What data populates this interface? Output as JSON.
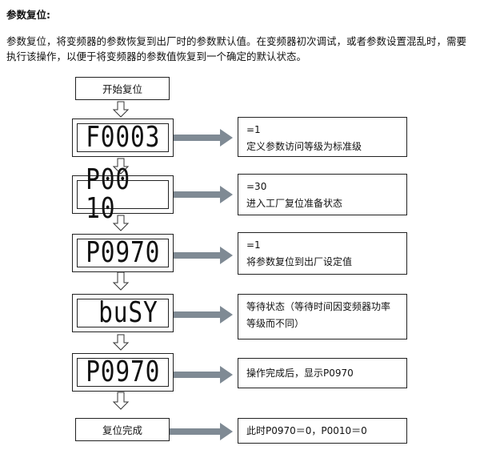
{
  "heading": "参数复位:",
  "intro": "参数复位，将变频器的参数恢复到出厂时的参数默认值。在变频器初次调试，或者参数设置混乱时，需要执行该操作，以便于将变频器的参数值恢复到一个确定的默认状态。",
  "flow": {
    "start": "开始复位",
    "steps": [
      {
        "display": "F0003",
        "note_line1": "=1",
        "note_line2": "定义参数访问等级为标准级"
      },
      {
        "display": "P00 10",
        "note_line1": "=30",
        "note_line2": "进入工厂复位准备状态"
      },
      {
        "display": "P0970",
        "note_line1": "=1",
        "note_line2": "将参数复位到出厂设定值"
      },
      {
        "display": "buSY",
        "note_line1": "等待状态（等待时间因变频器功率",
        "note_line2": "等级而不同）"
      },
      {
        "display": "P0970",
        "note_line1": "操作完成后，显示P0970",
        "note_line2": ""
      }
    ],
    "end": "复位完成",
    "end_note": "此时P0970＝0，P0010＝0"
  },
  "colors": {
    "arrow_fill": "#7f8a94",
    "border": "#222222",
    "hollow_arrow": "#333333"
  }
}
